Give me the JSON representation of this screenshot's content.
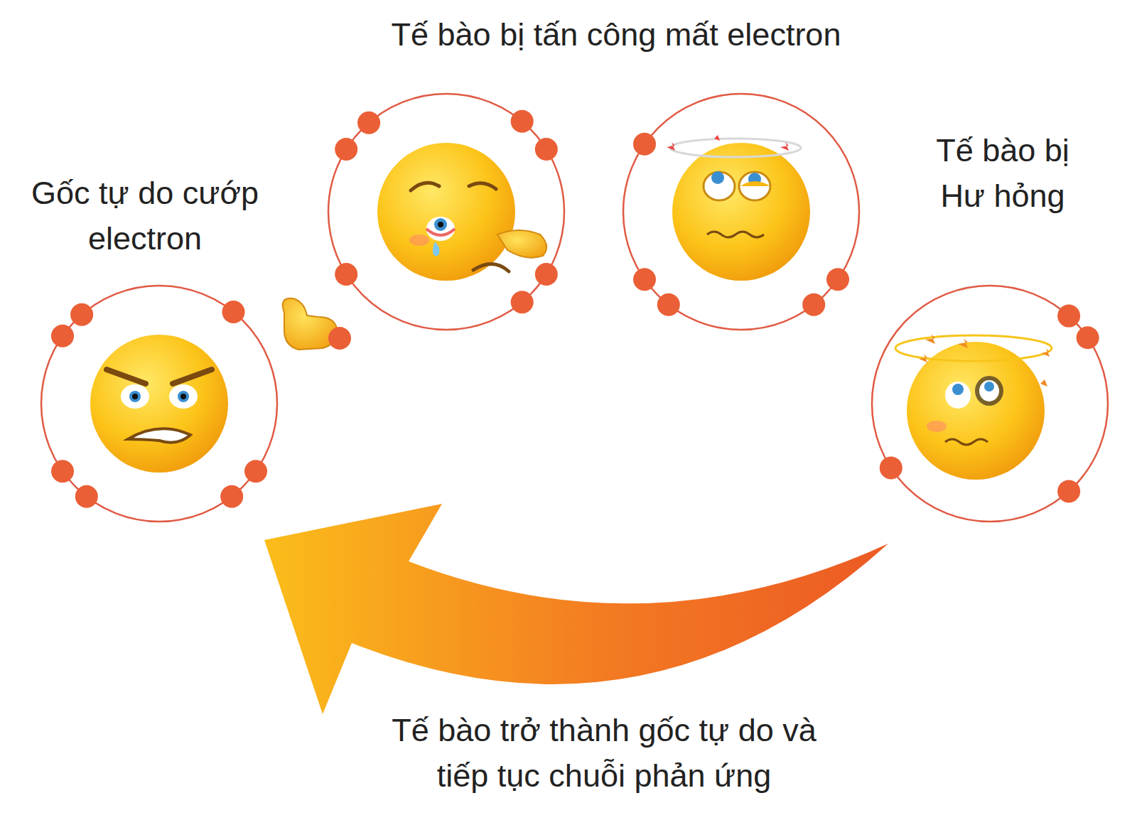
{
  "diagram": {
    "nodes": [
      {
        "text": [
          "Gốc tự do cướp electron"
        ]
      },
      {
        "text": [
          "Tế bào bị Hư hỏng"
        ]
      }
    ],
    "edges": [
      {
        "from": 1,
        "to": 0,
        "arrow": "to",
        "label": "Tế bào trở thành gốc tự do và tiếp tục chuỗi phản ứng"
      }
    ],
    "labels": [
      "Tế bào bị tấn công mất electron"
    ]
  }
}
